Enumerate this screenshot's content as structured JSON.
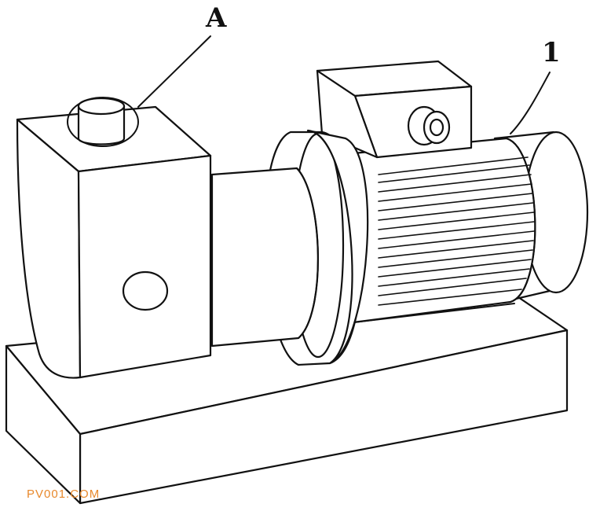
{
  "labels": {
    "a": "A",
    "one": "1"
  },
  "watermark": {
    "text": "PV001.COM",
    "color": "#e8892c"
  },
  "colors": {
    "ink": "#111111",
    "paper": "#ffffff"
  }
}
